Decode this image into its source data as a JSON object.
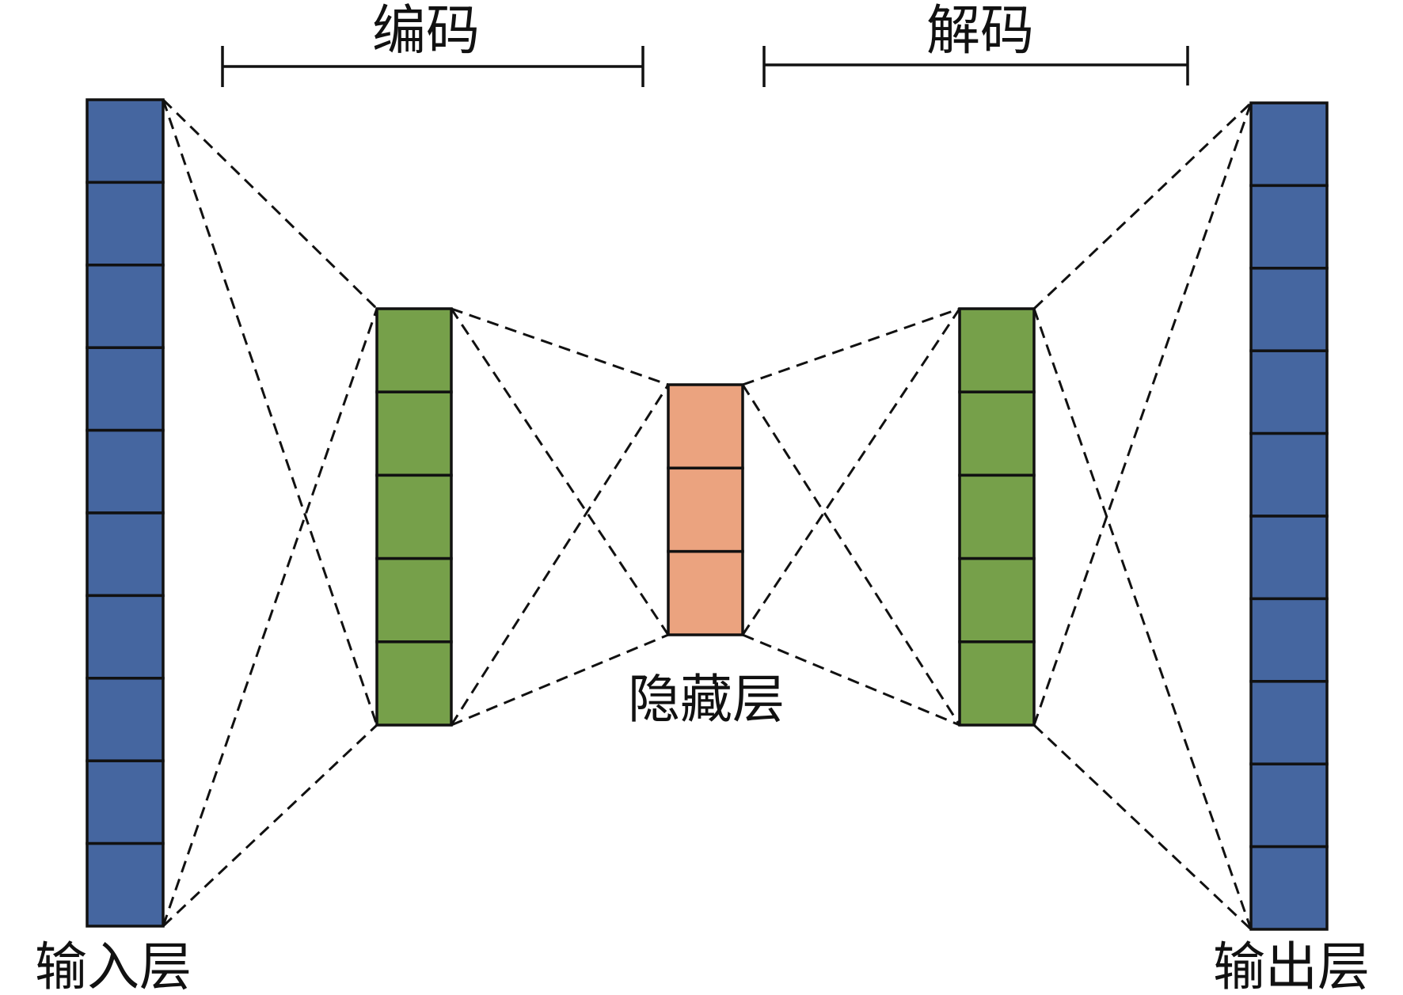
{
  "labels": {
    "encode": "编码",
    "decode": "解码",
    "input_layer": "输入层",
    "hidden_layer": "隐藏层",
    "output_layer": "输出层"
  },
  "colors": {
    "input": "#4566a0",
    "encoder": "#76a04a",
    "hidden": "#eba37f",
    "decoder": "#76a04a",
    "output": "#4566a0",
    "stroke": "#111111"
  },
  "layers": [
    {
      "id": "input",
      "cells": 10
    },
    {
      "id": "encoder",
      "cells": 5
    },
    {
      "id": "hidden",
      "cells": 3
    },
    {
      "id": "decoder",
      "cells": 5
    },
    {
      "id": "output",
      "cells": 10
    }
  ]
}
